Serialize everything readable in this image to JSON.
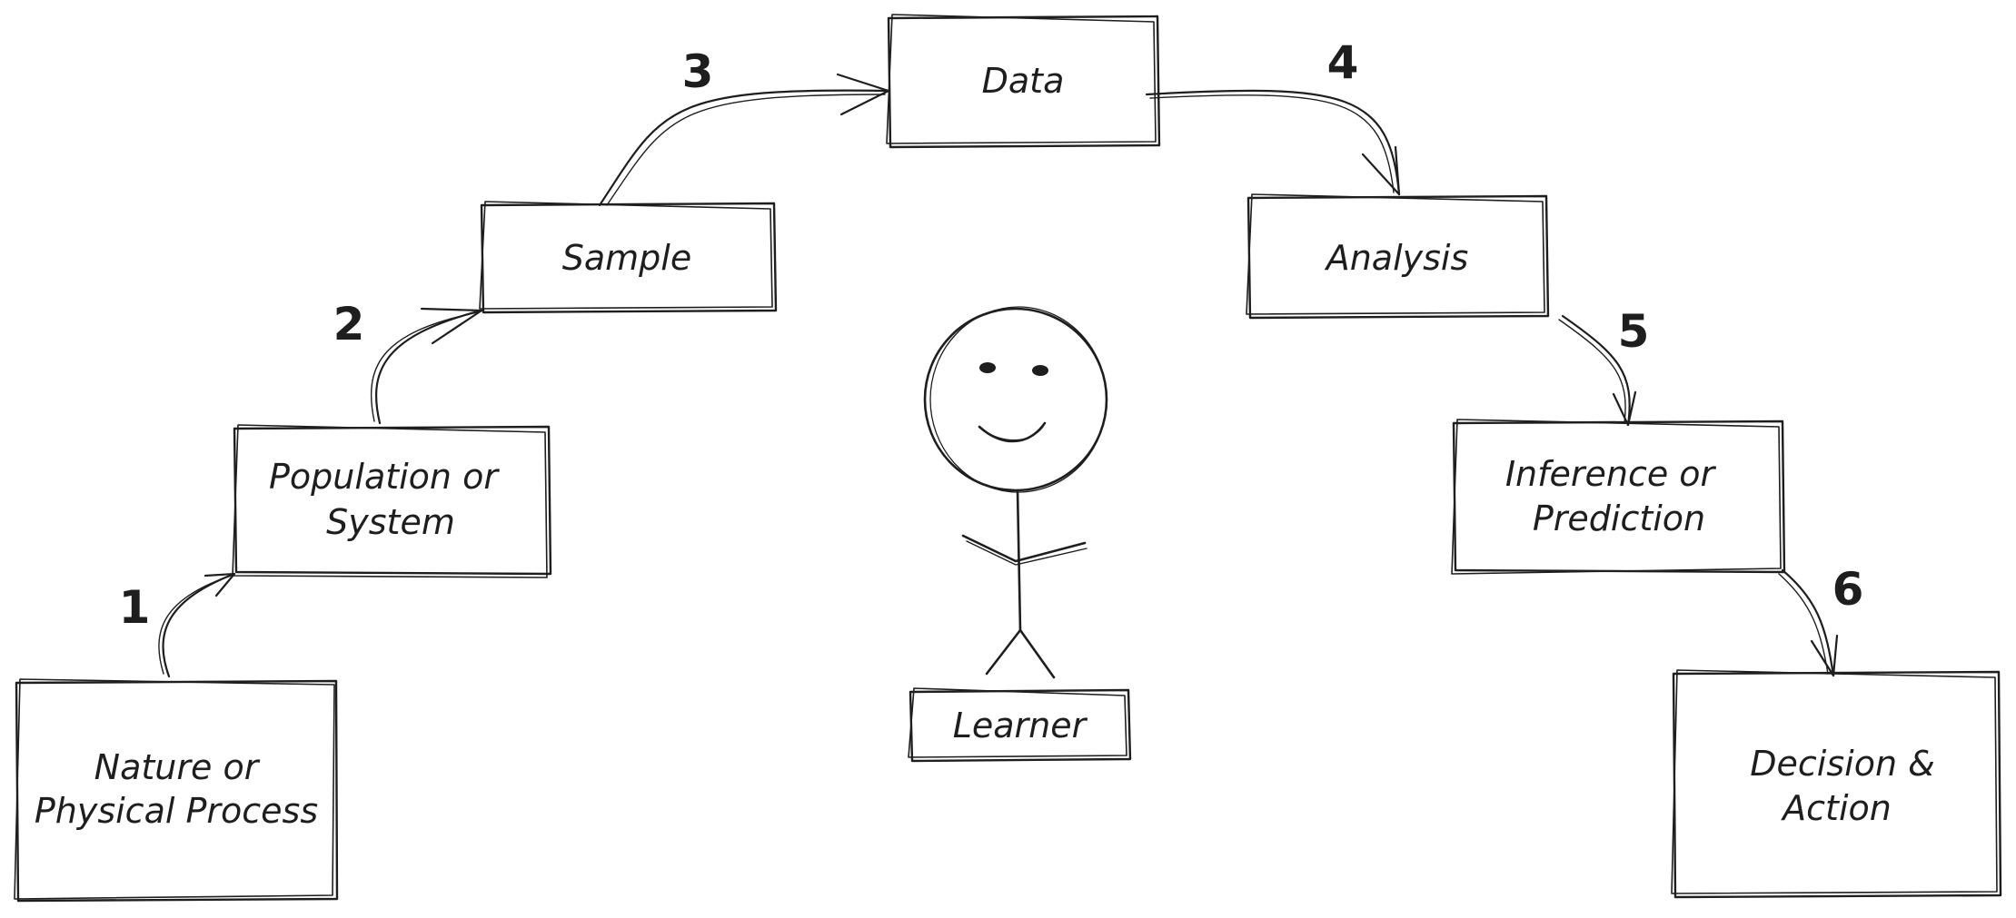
{
  "nodes": {
    "nature": {
      "line1": "Nature or",
      "line2": "Physical Process"
    },
    "population": {
      "line1": "Population or",
      "line2": "System"
    },
    "sample": {
      "label": "Sample"
    },
    "data": {
      "label": "Data"
    },
    "analysis": {
      "label": "Analysis"
    },
    "inference": {
      "line1": "Inference or",
      "line2": "Prediction"
    },
    "decision": {
      "line1": "Decision &",
      "line2": "Action"
    },
    "learner": {
      "label": "Learner"
    }
  },
  "steps": {
    "s1": "1",
    "s2": "2",
    "s3": "3",
    "s4": "4",
    "s5": "5",
    "s6": "6"
  }
}
